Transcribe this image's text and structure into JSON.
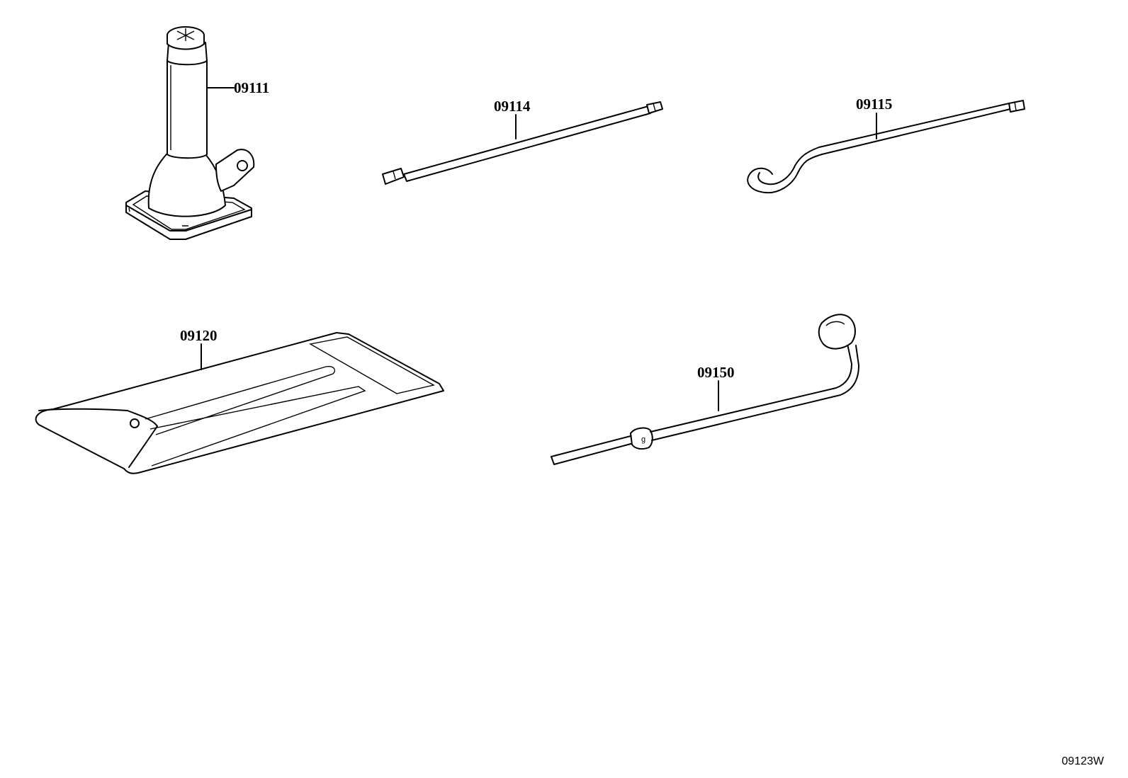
{
  "parts": [
    {
      "id": "jack",
      "icon": "jack-icon",
      "label": "09111"
    },
    {
      "id": "jack-handle-extension",
      "icon": "handle-extension-icon",
      "label": "09114"
    },
    {
      "id": "jack-handle",
      "icon": "hook-handle-icon",
      "label": "09115"
    },
    {
      "id": "tool-bag",
      "icon": "tool-bag-icon",
      "label": "09120"
    },
    {
      "id": "lug-wrench",
      "icon": "lug-wrench-icon",
      "label": "09150"
    }
  ],
  "figure_code": "09123W"
}
